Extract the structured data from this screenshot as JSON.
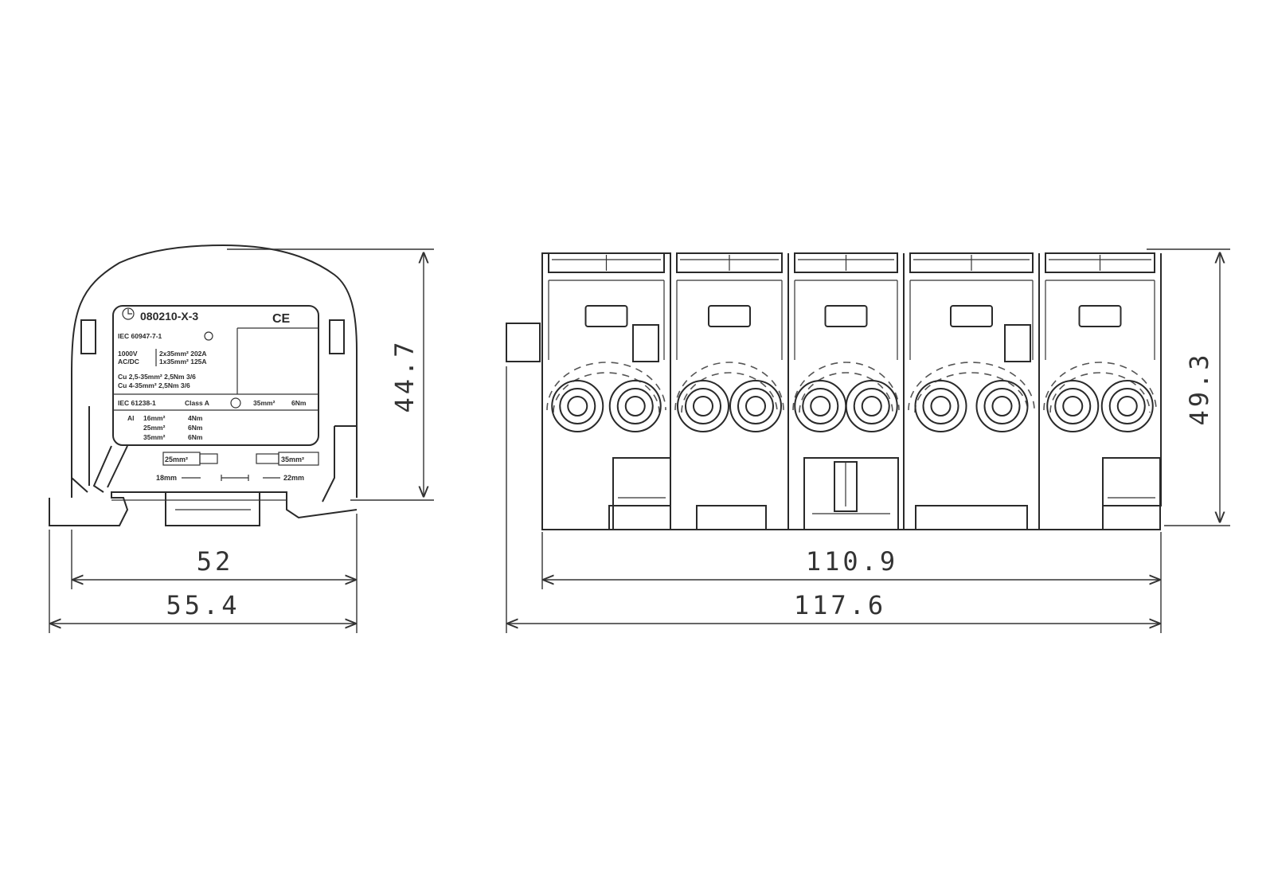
{
  "label": {
    "part_number": "080210-X-3",
    "ce_mark": "CE",
    "std1": "IEC 60947-7-1",
    "volt": "1000V",
    "acdc": "AC/DC",
    "rating1": "2x35mm² 202A",
    "rating2": "1x35mm² 125A",
    "cu1": "Cu 2,5-35mm² 2,5Nm 3/6",
    "cu2": "Cu 4-35mm² 2,5Nm 3/6",
    "std2": "IEC 61238-1",
    "class": "Class A",
    "class_wire": "35mm²",
    "class_torque": "6Nm",
    "al_title": "Al",
    "al1": "16mm²",
    "al1_torque": "4Nm",
    "al2": "25mm²",
    "al2_torque": "6Nm",
    "al3": "35mm²",
    "al3_torque": "6Nm",
    "tag_left": "25mm²",
    "tag_right": "35mm²",
    "strip_left": "18mm",
    "strip_right": "22mm"
  },
  "dimensions": {
    "side_height": "44.7",
    "side_width_inner": "52",
    "side_width_outer": "55.4",
    "front_height": "49.3",
    "front_width_inner": "110.9",
    "front_width_outer": "117.6"
  }
}
